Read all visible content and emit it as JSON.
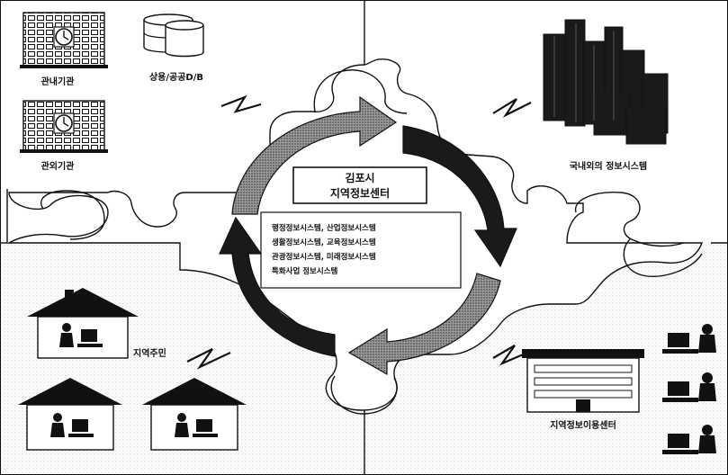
{
  "center": {
    "title_line1": "김포시",
    "title_line2": "지역정보센터",
    "services": [
      "행정정보시스템, 산업정보시스템",
      "생활정보시스템, 교육정보시스템",
      "관광정보시스템, 미래정보시스템",
      "특화사업 정보시스템"
    ]
  },
  "nodes": {
    "internal_org": "관내기관",
    "commercial_db": "상용/공공D/B",
    "external_org": "관외기관",
    "info_systems": "국내외의 정보시스템",
    "residents": "지역주민",
    "usage_center": "지역정보이용센터"
  },
  "colors": {
    "ink": "#111111",
    "paper": "#ffffff",
    "halftone": "#8a8a8a"
  }
}
